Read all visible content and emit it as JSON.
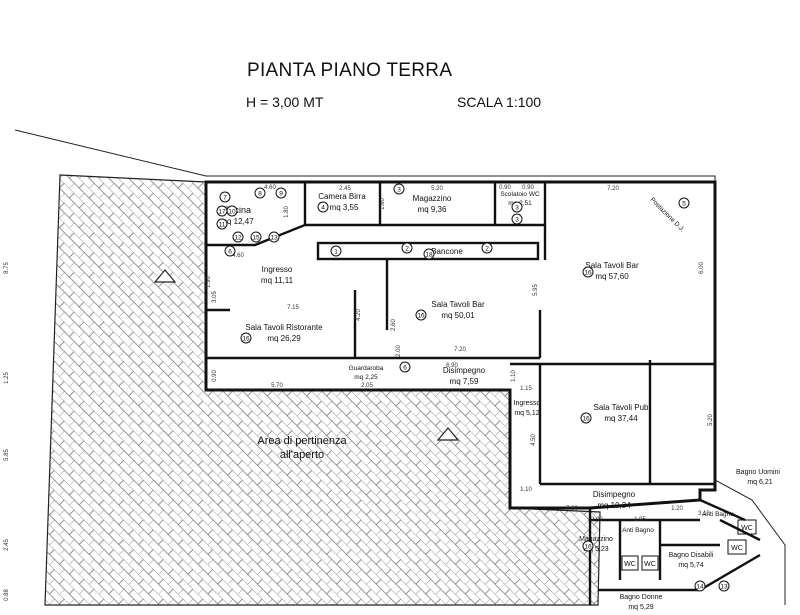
{
  "header": {
    "title": "PIANTA PIANO TERRA",
    "height": "H = 3,00 MT",
    "scale": "SCALA 1:100"
  },
  "rooms": [
    {
      "name": "Cucina",
      "area": "mq 12,47"
    },
    {
      "name": "Camera Birra",
      "area": "mq 3,55"
    },
    {
      "name": "Magazzino",
      "area": "mq 9,36"
    },
    {
      "name": "Scolatoio WC",
      "area": "mq 2,51"
    },
    {
      "name": "Bancone"
    },
    {
      "name": "Sala Tavoli Bar",
      "area": "mq 57,60"
    },
    {
      "name": "Postazione D.J."
    },
    {
      "name": "Ingresso",
      "area": "mq 11,11"
    },
    {
      "name": "Sala Tavoli Bar",
      "area": "mq 50,01"
    },
    {
      "name": "Sala Tavoli Ristorante",
      "area": "mq 26,29"
    },
    {
      "name": "Guardaroba",
      "area": "mq 2,25"
    },
    {
      "name": "Disimpegno",
      "area": "mq 7,59"
    },
    {
      "name": "Ingresso",
      "area": "mq 5,12"
    },
    {
      "name": "Sala Tavoli Pub",
      "area": "mq 37,44"
    },
    {
      "name": "Disimpegno",
      "area": "mq 10,34"
    },
    {
      "name": "Bagno Uomini",
      "area": "mq 6,21"
    },
    {
      "name": "Anti Bagno"
    },
    {
      "name": "Anti Bagno"
    },
    {
      "name": "Magazzino",
      "area": "mq 5,23"
    },
    {
      "name": "Bagno Disabili",
      "area": "mq 5,74"
    },
    {
      "name": "Bagno Donne",
      "area": "mq 5,29"
    },
    {
      "name": "Area di pertinenza",
      "area": "all'aperto"
    }
  ],
  "wc_labels": [
    "WC",
    "WC",
    "WC",
    "WC",
    "WC"
  ],
  "dimensions": [
    "4.60",
    "2.45",
    "5.20",
    "0.90",
    "0.90",
    "7.20",
    "6.00",
    "4.60",
    "5.95",
    "7.15",
    "4.20",
    "2.60",
    "7.20",
    "2.00",
    "6.90",
    "5.70",
    "2.05",
    "1.10",
    "1.15",
    "4.50",
    "5.20",
    "1.10",
    "7.60",
    "1.20",
    "2.00",
    "1.95",
    "3.10",
    "8.75",
    "1.25",
    "5.85",
    "2.45",
    "0.88",
    "1.60",
    "1.80",
    "1.90",
    "3.05",
    "0.90"
  ],
  "markers": [
    "7",
    "8",
    "9",
    "17",
    "10",
    "11",
    "12",
    "15",
    "13",
    "6",
    "4",
    "3",
    "3",
    "3",
    "1",
    "2",
    "18",
    "2",
    "5",
    "16",
    "16",
    "16",
    "6",
    "16",
    "16",
    "14",
    "13"
  ]
}
